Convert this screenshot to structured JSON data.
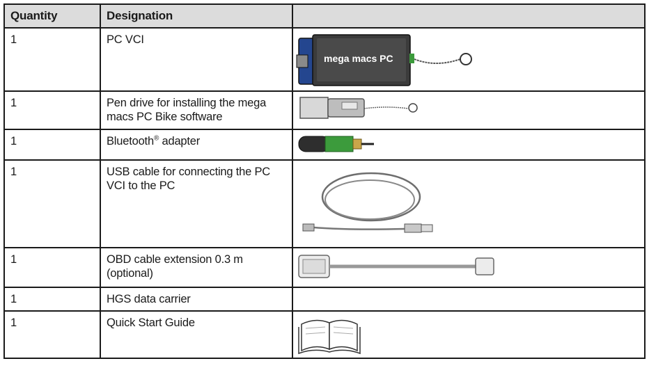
{
  "headers": {
    "quantity": "Quantity",
    "designation": "Designation",
    "image": ""
  },
  "rows": [
    {
      "quantity": "1",
      "designation": "PC VCI",
      "device_label": "mega macs PC",
      "icon": "pc-vci-device"
    },
    {
      "quantity": "1",
      "designation": "Pen drive for installing the mega macs PC Bike software",
      "icon": "pen-drive"
    },
    {
      "quantity": "1",
      "designation_before": "Bluetooth",
      "designation_mark": "®",
      "designation_after": " adapter",
      "icon": "bluetooth-adapter"
    },
    {
      "quantity": "1",
      "designation": "USB cable for connecting the PC VCI to the PC",
      "icon": "usb-cable"
    },
    {
      "quantity": "1",
      "designation": "OBD cable extension 0.3 m (optional)",
      "icon": "obd-cable"
    },
    {
      "quantity": "1",
      "designation": "HGS data carrier",
      "icon": ""
    },
    {
      "quantity": "1",
      "designation": "Quick Start Guide",
      "icon": "book"
    }
  ],
  "colors": {
    "header_bg": "#dcdcdc",
    "border": "#1a1a1a",
    "device_blue": "#24468f",
    "device_body": "#3b3b3b",
    "adapter_green": "#3c9b3c"
  }
}
